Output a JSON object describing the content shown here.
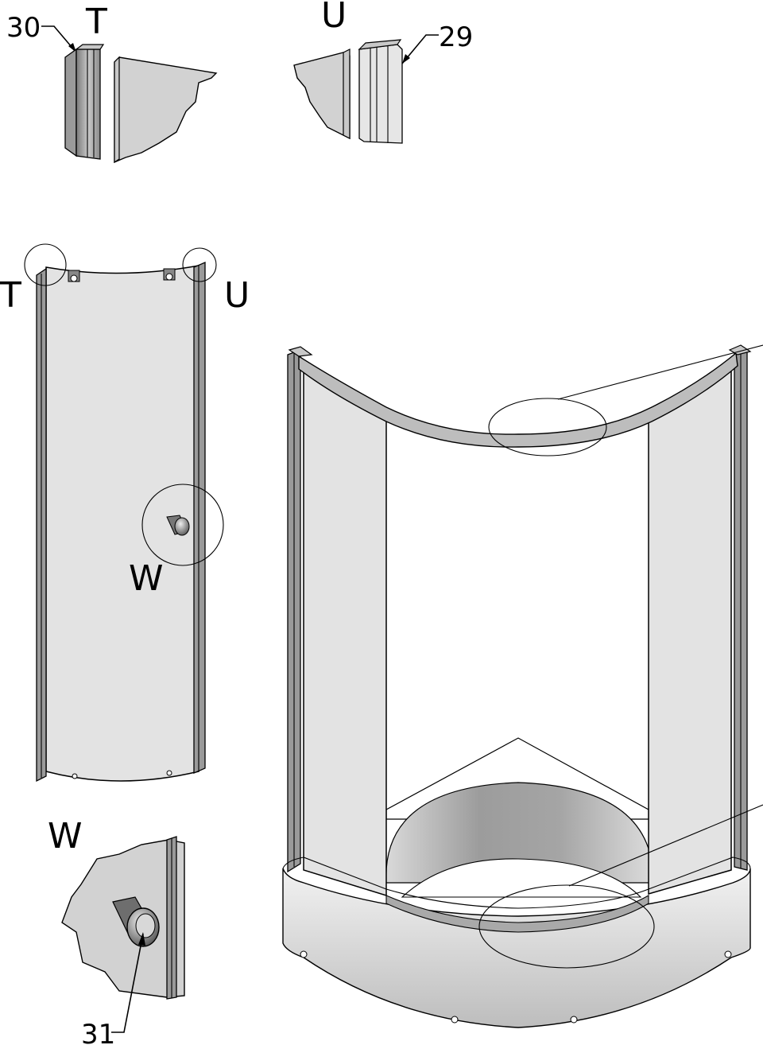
{
  "labels": {
    "detail_t_title": "T",
    "detail_u_title": "U",
    "panel_t": "T",
    "panel_u": "U",
    "panel_w": "W",
    "detail_w_title": "W"
  },
  "callouts": {
    "part_30": "30",
    "part_29": "29",
    "part_31": "31"
  },
  "colors": {
    "glass": "#e3e3e3",
    "frame": "#9a9a9a",
    "tray": "#d6d6d6"
  }
}
